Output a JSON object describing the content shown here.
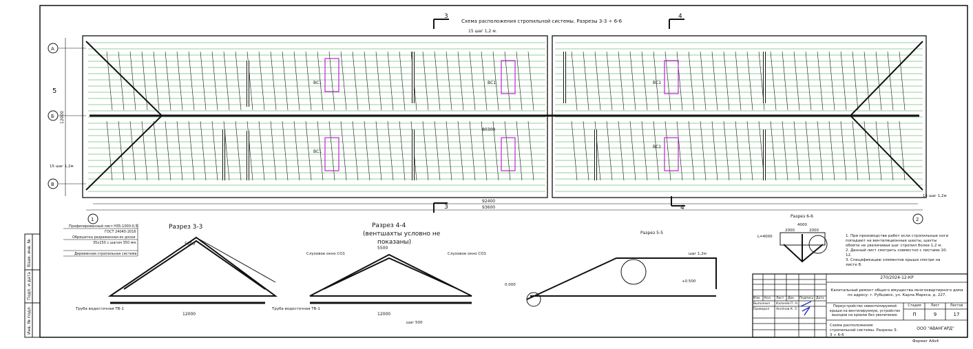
{
  "plan": {
    "title": "Схема расположения стропильной системы. Разрезы 3-3 ÷ 6-6",
    "step_top": "15 шаг 1,2 м.",
    "step_left": "15 шаг 1,2м",
    "step_bottom_right": "15 шаг 1,2м",
    "dim_total_inner": "92400",
    "dim_total_outer": "93600",
    "dim_width": "12000",
    "axes": {
      "a": "А",
      "b": "Б",
      "v": "В",
      "one": "1",
      "two": "2"
    },
    "section_marks": {
      "s3": "3",
      "s4": "4",
      "s5": "5"
    },
    "ventshaft_label": "ВС1",
    "ridge_span": "80300"
  },
  "legend": {
    "rows": [
      "Профилированный лист Н35-1000-0,5",
      "ГОСТ 24045-2016",
      "Обрешетка разреженная из доски",
      "35х150 с шагом 350 мм.",
      "Деревянная стропильная система"
    ]
  },
  "sections": {
    "s33": {
      "title": "Разрез 3-3",
      "left_label": "Труба водосточная ТВ-1",
      "right_label": "Труба водосточная ТВ-1",
      "dim": "12000",
      "ridge": "5500"
    },
    "s44": {
      "title": "Разрез 4-4",
      "subtitle": "(вентшахты условно не",
      "subtitle2": "показаны)",
      "left_label": "Слуховое окно СО1",
      "right_label": "Слуховое окно СО1",
      "dim": "12000",
      "ridge": "5500",
      "step": "шаг 500"
    },
    "s55": {
      "title": "Разрез 5-5",
      "step": "шаг 1,2м",
      "level": "+0.500",
      "level0": "0.000"
    },
    "s66": {
      "title": "Разрез 6-6",
      "dim_total": "4000",
      "dim_a": "2000",
      "dim_b": "2000",
      "len": "L=4000"
    }
  },
  "notes": [
    "1. При производстве работ если стропильные ноги попадают на вентиляционные шахты, шахты обойти не увеличивая шаг стропил более 1,2 м.",
    "2. Данный лист смотреть совместно с листами 10-12.",
    "3. Спецификацию элементов крыши смотри на листе 8."
  ],
  "stamp_column": [
    "Взам. инв. №",
    "Подп. и дата",
    "Инв. № подл."
  ],
  "title_block": {
    "code": "270/2024-12-КР",
    "object": "Капитальный ремонт общего имущества многоквартирного дома по адресу: г. Рубцовск, ул. Карла Маркса, д. 227.",
    "headers": [
      "Изм.",
      "Кол.",
      "Лист",
      "Док.",
      "Подпись",
      "Дата"
    ],
    "role1": "Выполнил",
    "name1": "Калачёв П. Н.",
    "role2": "Проверил",
    "name2": "Аксёнов К. З.",
    "work": "Переустройство невентилируемой крыши на вентилируемую, устройство выходов на кровлю без увеличения.",
    "stage_h": "Стадия",
    "sheet_h": "Лист",
    "sheets_h": "Листов",
    "stage": "П",
    "sheet": "9",
    "sheets": "17",
    "drawing": "Схема расположения стропильной системы. Разрезы 3-3 ÷ 6-6",
    "company": "ООО \"АВАНГАРД\"",
    "format": "Формат А4х4"
  },
  "colors": {
    "line": "#111111",
    "green": "#2e9d3a",
    "magenta": "#c21fd6",
    "red": "#cc2222"
  }
}
